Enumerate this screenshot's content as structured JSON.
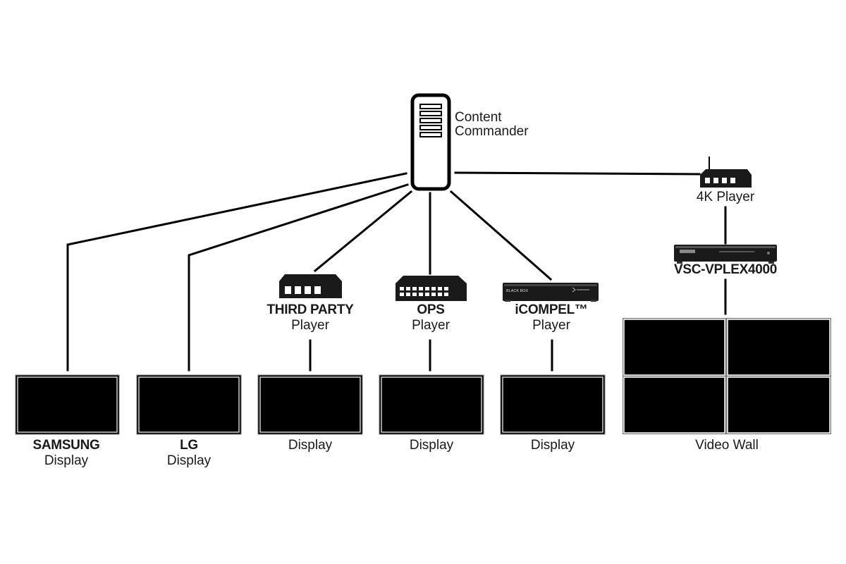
{
  "server": {
    "line1": "Content",
    "line2": "Commander"
  },
  "player_4k": {
    "label": "4K Player"
  },
  "vplex": {
    "label": "VSC-VPLEX4000"
  },
  "third_party_player": {
    "brand": "THIRD PARTY",
    "kind": "Player"
  },
  "ops_player": {
    "brand": "OPS",
    "kind": "Player"
  },
  "icompel_player": {
    "brand": "iCOMPEL™",
    "kind": "Player",
    "device_brand": "BLACK BOX"
  },
  "displays": {
    "samsung": {
      "brand": "SAMSUNG",
      "kind": "Display"
    },
    "lg": {
      "brand": "LG",
      "kind": "Display"
    },
    "d3": {
      "kind": "Display"
    },
    "d4": {
      "kind": "Display"
    },
    "d5": {
      "kind": "Display"
    }
  },
  "video_wall": {
    "label": "Video Wall"
  },
  "colors": {
    "line": "#000000",
    "screen": "#000000",
    "frame": "#ffffff",
    "device": "#1a1a1a"
  }
}
